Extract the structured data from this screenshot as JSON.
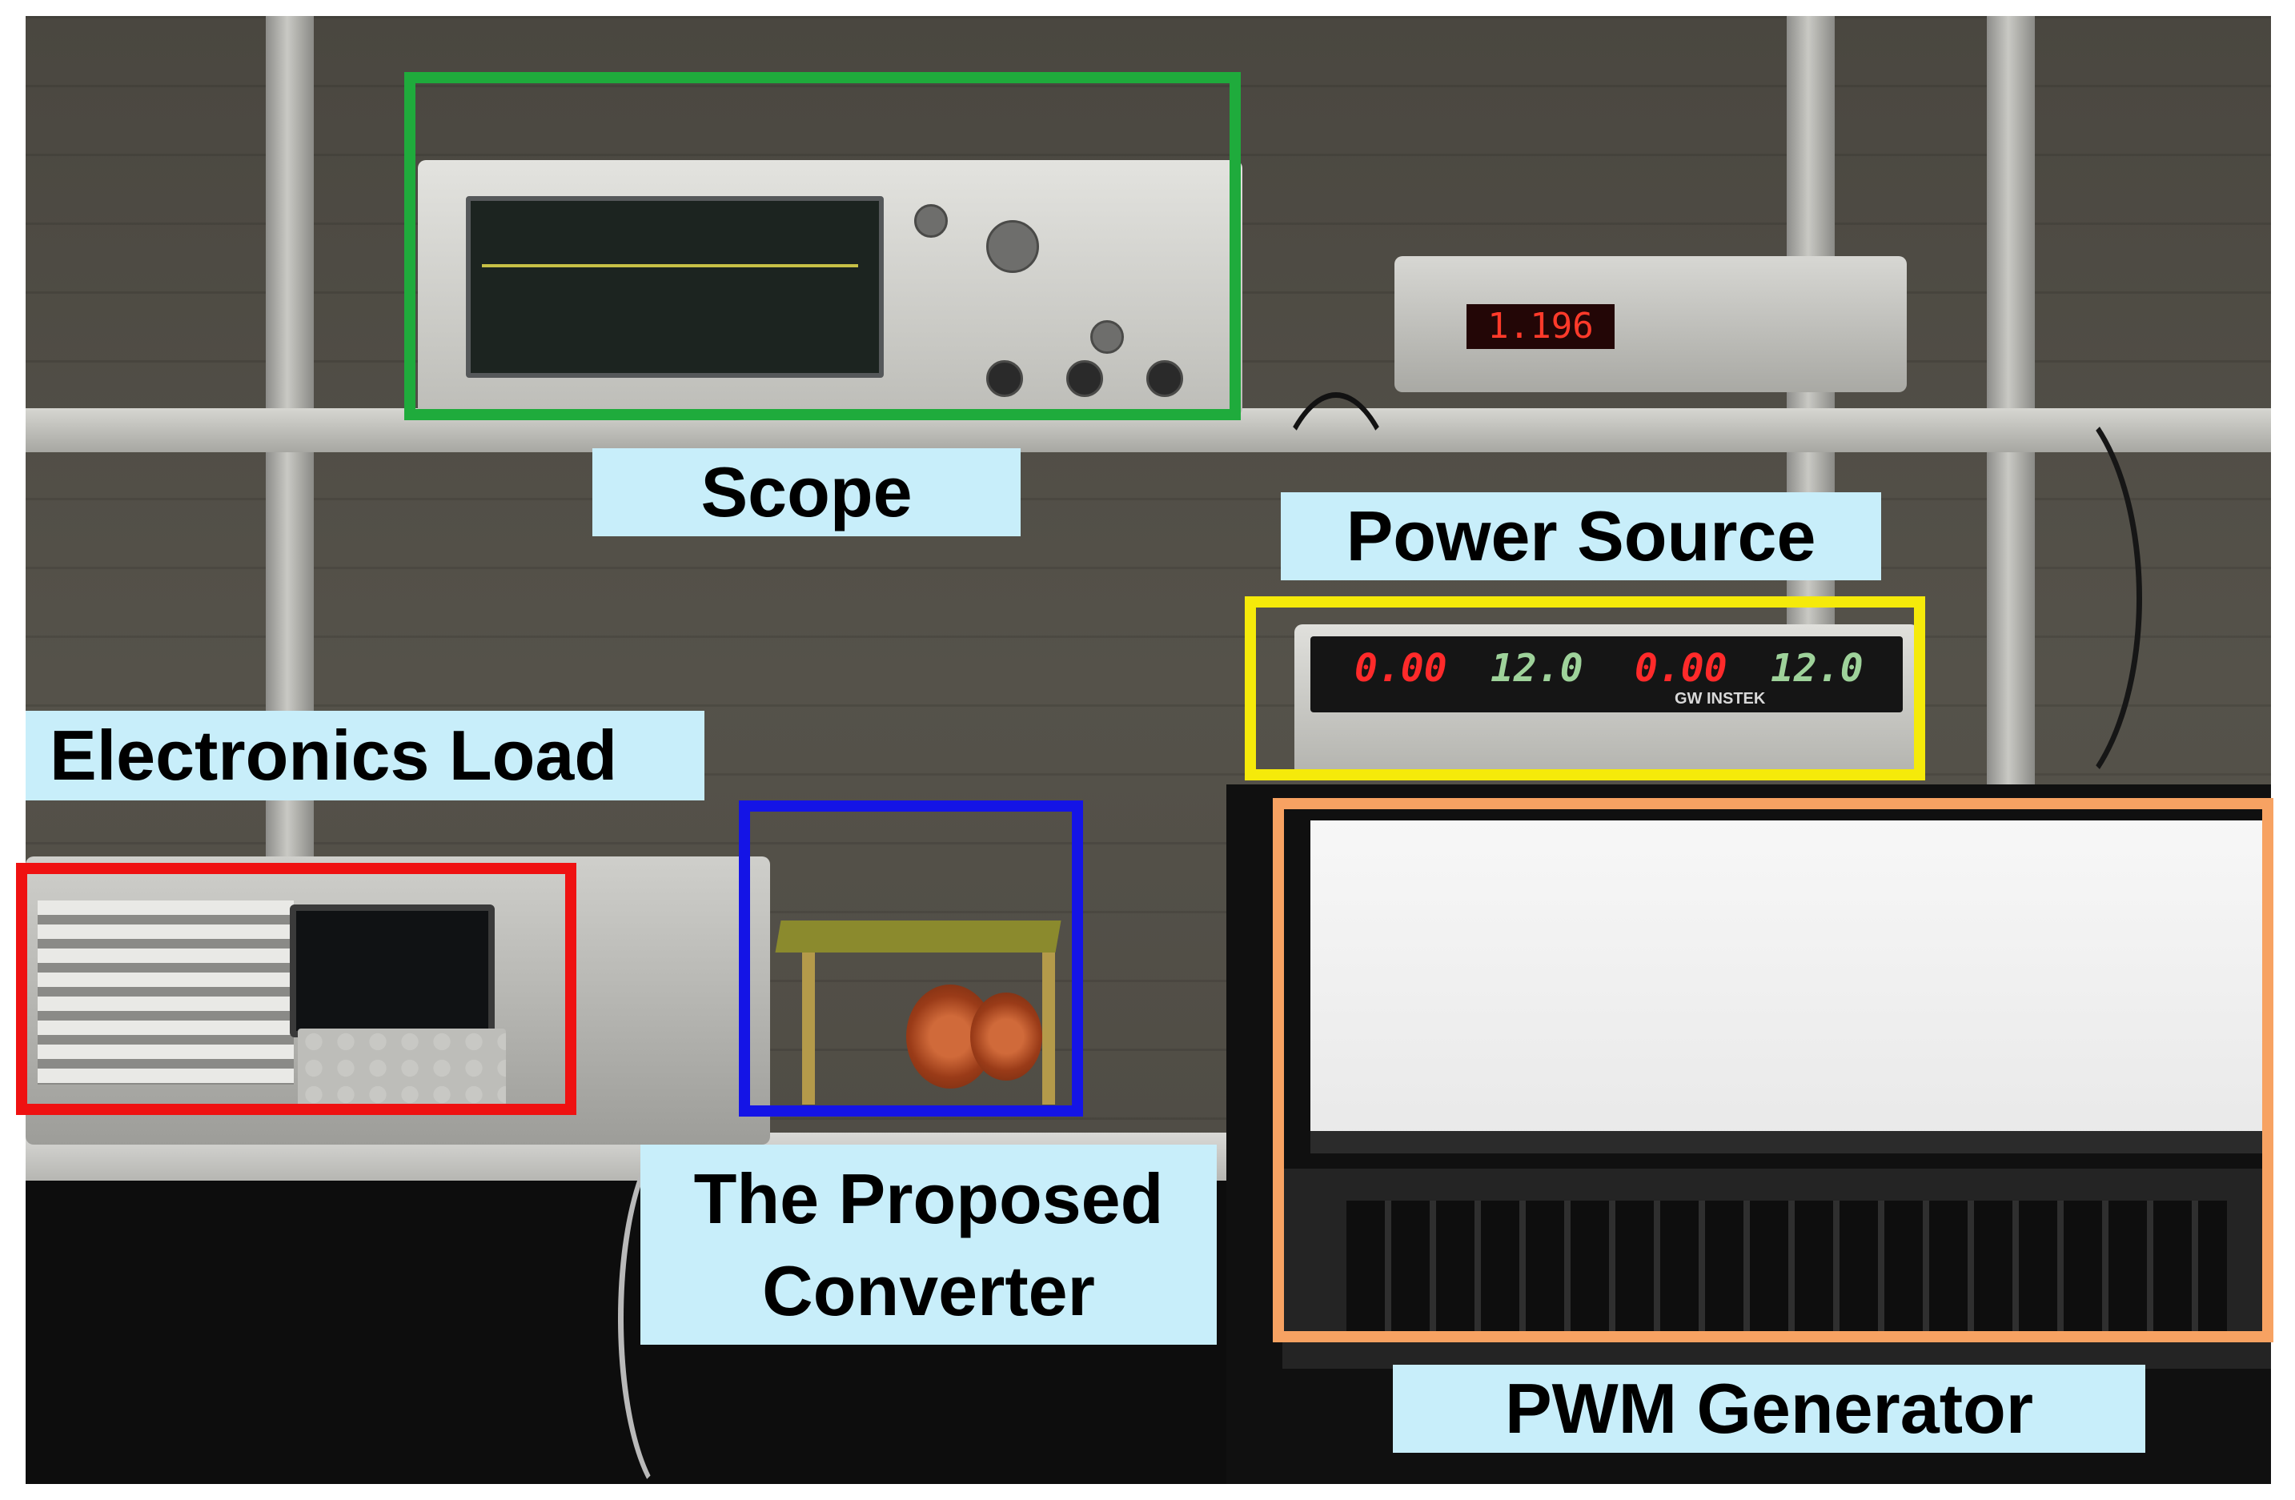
{
  "labels": {
    "scope": "Scope",
    "power_source": "Power Source",
    "electronics_load": "Electronics Load",
    "converter": "The Proposed\nConverter",
    "pwm_generator": "PWM Generator"
  },
  "displays": {
    "function_generator": "1.196",
    "psu_ch1_voltage": "0.00",
    "psu_ch1_current": "12.0",
    "psu_ch2_voltage": "0.00",
    "psu_ch2_current": "12.0",
    "psu_brand": "GW INSTEK"
  },
  "colors": {
    "scope_box": "#1fab3c",
    "power_source_box": "#f5ea0a",
    "electronics_load_box": "#ef1111",
    "converter_box": "#1414e6",
    "pwm_generator_box": "#f7a262",
    "label_background": "#c8eefa"
  }
}
